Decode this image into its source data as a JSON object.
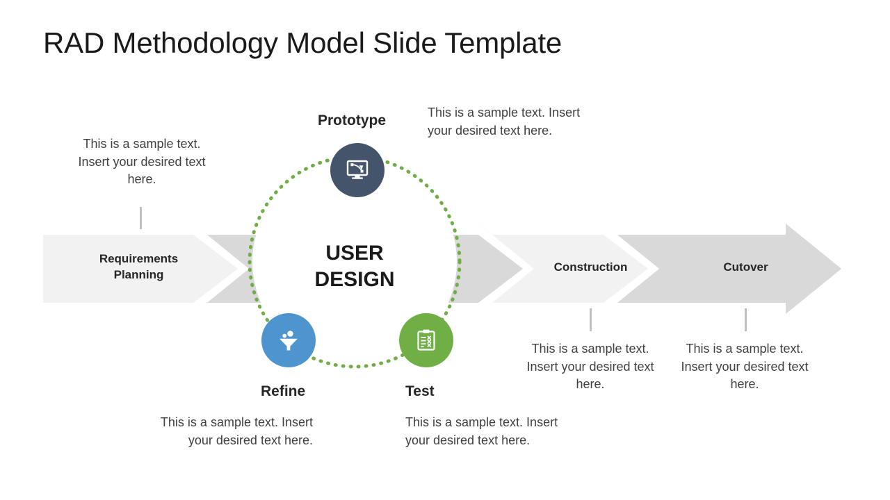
{
  "slide": {
    "title": "RAD Methodology Model Slide Template",
    "center_label_line1": "USER",
    "center_label_line2": "DESIGN"
  },
  "colors": {
    "prototype_circle": "#44546A",
    "refine_circle": "#4E95D0",
    "test_circle": "#6FAF46",
    "cycle_dots": "#70AD47",
    "band_dark": "#D9D9D9",
    "band_light": "#F2F2F2",
    "title_text": "#1A1A1A",
    "body_text": "#3F3F3F",
    "stem": "#BFBFBF"
  },
  "stages": [
    {
      "id": "requirements-planning",
      "label_line1": "Requirements",
      "label_line2": "Planning",
      "description": "This is a sample text. Insert your desired text here.",
      "shade": "light"
    },
    {
      "id": "user-design",
      "label_line1": "USER",
      "label_line2": "DESIGN",
      "shade": "dark"
    },
    {
      "id": "construction",
      "label_line1": "Construction",
      "label_line2": "",
      "description": "This is a sample text. Insert your desired text here.",
      "shade": "light"
    },
    {
      "id": "cutover",
      "label_line1": "Cutover",
      "label_line2": "",
      "description": "This is a sample text. Insert your desired text here.",
      "shade": "dark"
    }
  ],
  "cycle_nodes": [
    {
      "id": "prototype",
      "title": "Prototype",
      "icon": "monitor-bezier-icon",
      "color": "#44546A",
      "description": "This is a sample text. Insert your desired text here."
    },
    {
      "id": "refine",
      "title": "Refine",
      "icon": "funnel-people-icon",
      "color": "#4E95D0",
      "description": "This is a sample text. Insert your desired text here."
    },
    {
      "id": "test",
      "title": "Test",
      "icon": "clipboard-checklist-icon",
      "color": "#6FAF46",
      "description": "This is a sample text. Insert your desired text here."
    }
  ]
}
